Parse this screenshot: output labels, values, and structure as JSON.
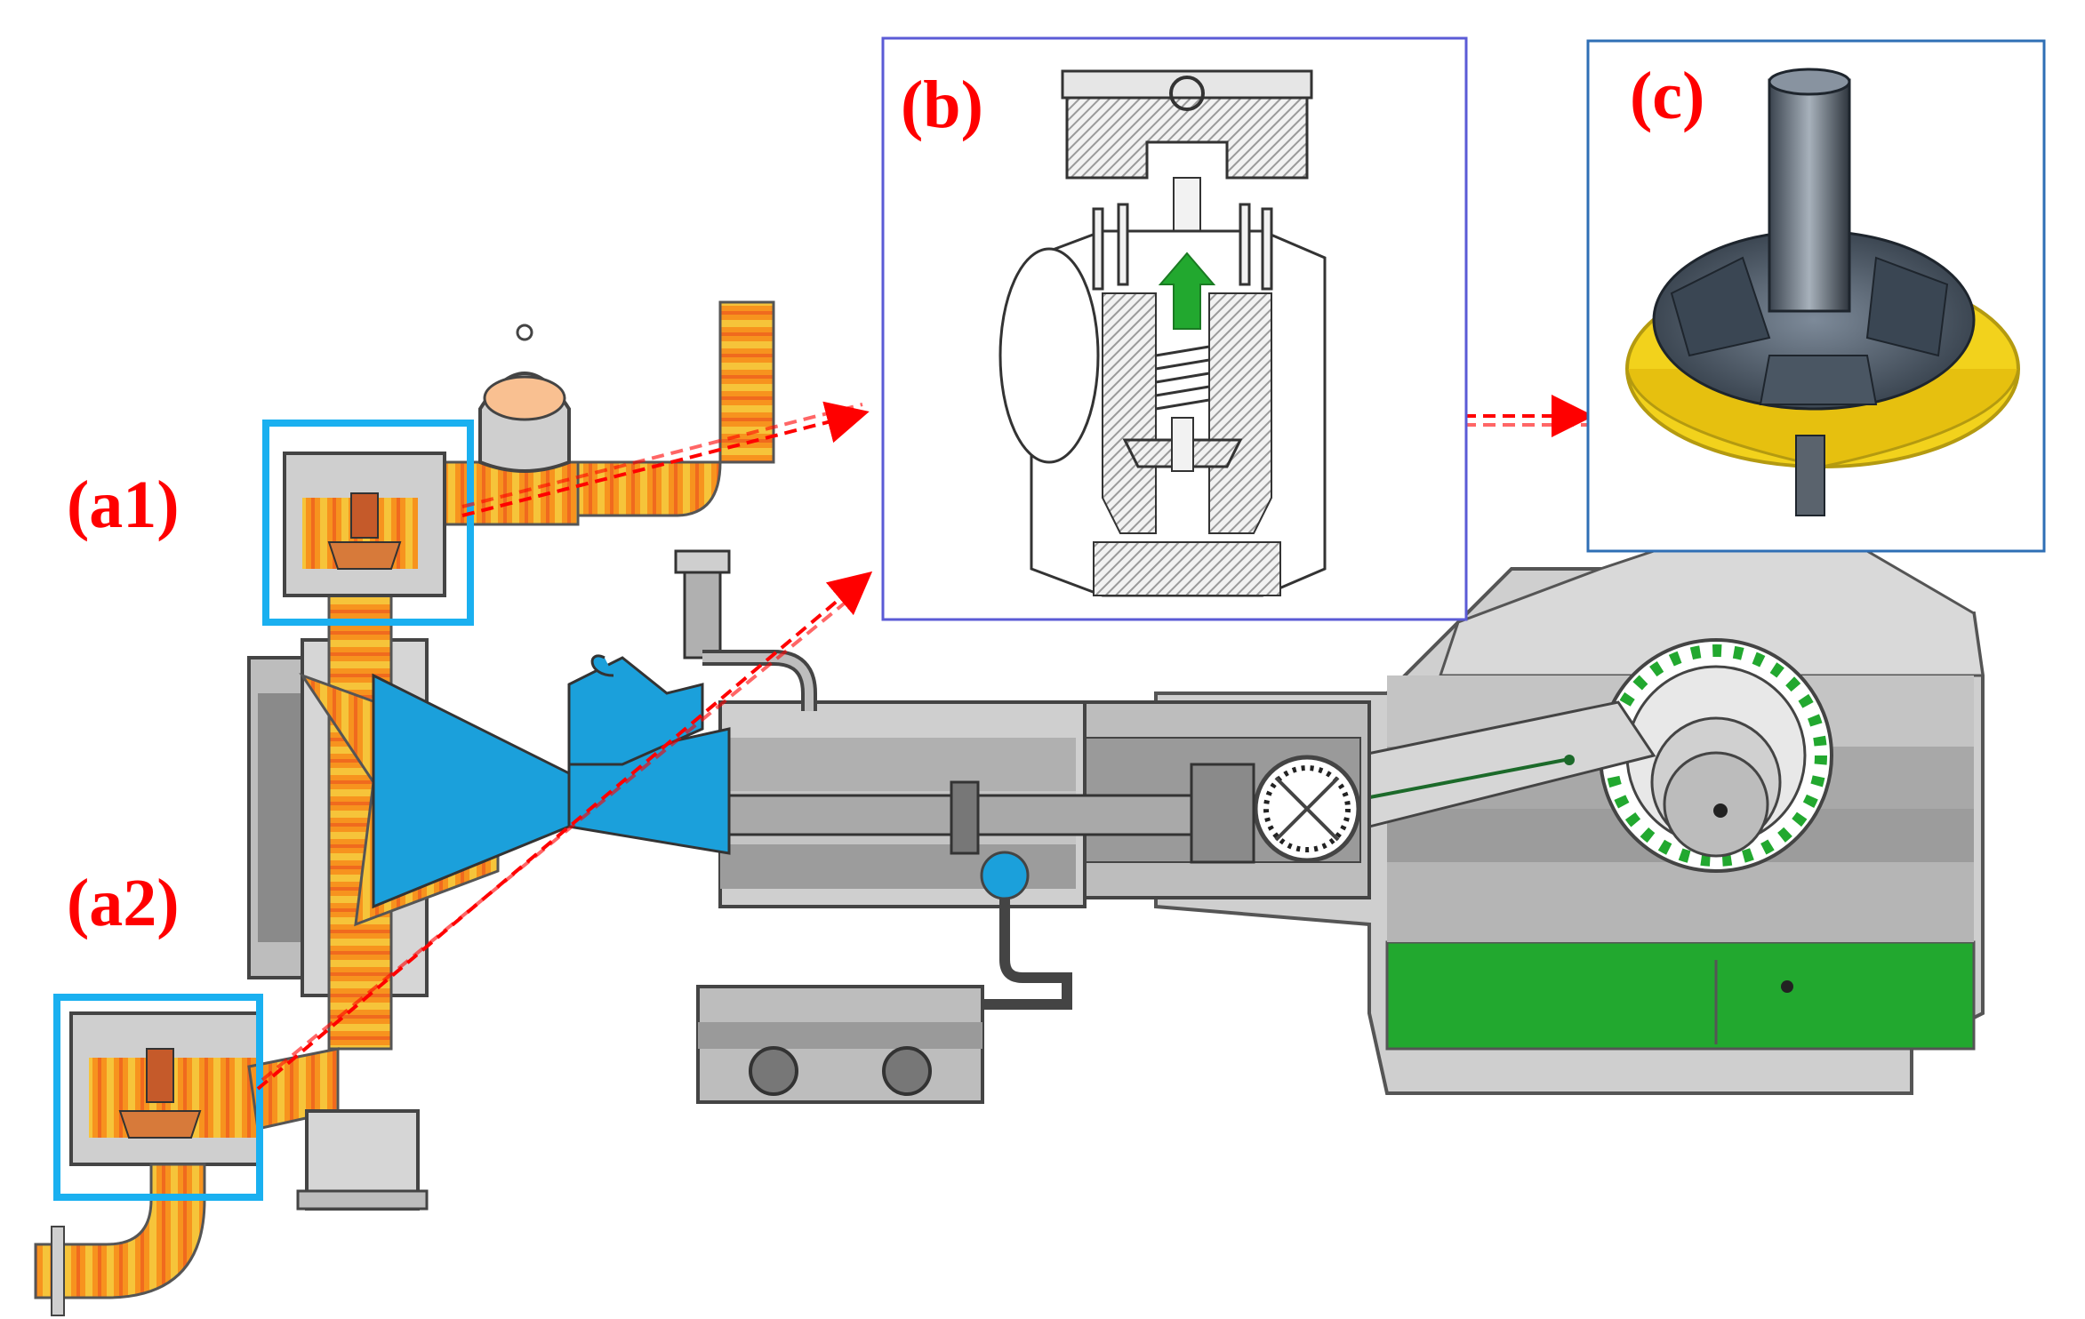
{
  "labels": {
    "a1": "(a1)",
    "a2": "(a2)",
    "b": "(b)",
    "c": "(c)"
  },
  "colors": {
    "label_red": "#ff0000",
    "highlight_cyan": "#1ab0f0",
    "panel_b_border": "#5b5bd6",
    "panel_c_border": "#2f6fb5",
    "flow_orange": "#f7931e",
    "flow_yellow": "#f6d23a",
    "fluid_blue": "#1ba0db",
    "oil_green": "#22a82f",
    "body_gray": "#bdbdbd",
    "body_dark": "#8a8a8a",
    "seat_yellow": "#f2d21c"
  }
}
